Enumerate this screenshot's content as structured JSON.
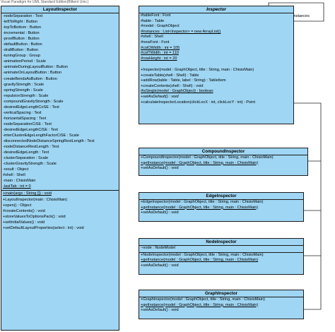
{
  "watermark": "Visual Paradigm for UML Standard Edition(Bilkent Univ.)",
  "relation_label": "Instances",
  "classes": {
    "layout": {
      "name": "LayoutInspector",
      "attributes": [
        {
          "text": "-nodeSeparation : Text"
        },
        {
          "text": "-leftToRight : Button"
        },
        {
          "text": "-topToBottom : Button"
        },
        {
          "text": "-incremental : Button"
        },
        {
          "text": "-proofButton : Button"
        },
        {
          "text": "-defaultButton : Button"
        },
        {
          "text": "-draftButton : Button"
        },
        {
          "text": "-tuningGroup : Group"
        },
        {
          "text": "-animationPeriod : Scale"
        },
        {
          "text": "-animateDuringLayoutButton : Button"
        },
        {
          "text": "-animateOnLayoutButton : Button"
        },
        {
          "text": "-createBendsAsButton : Button"
        },
        {
          "text": "-gravityStrength : Scale"
        },
        {
          "text": "-springStrength : Scale"
        },
        {
          "text": "-repulsionStrength : Scale"
        },
        {
          "text": "-compoundGravityStrength : Scale"
        },
        {
          "text": "-desiredEdgeLengthCoSE : Text"
        },
        {
          "text": "-verticalSpacing : Text"
        },
        {
          "text": "-horizantalSpacing : Text"
        },
        {
          "text": "-nodeSeparationCiSE : Text"
        },
        {
          "text": "-desiredEdgeLengthCiSE : Text"
        },
        {
          "text": "-interClusterEdgeLengthFactorCiSE : Scale"
        },
        {
          "text": "-disconnectedNodeDistanceSpringRestLength : Text"
        },
        {
          "text": "-nodeDistanceRestLength : Text"
        },
        {
          "text": "-desiredEdgeLength : Text"
        },
        {
          "text": "-clusterSeparation : Scale"
        },
        {
          "text": "-clusterGravityStrength : Scale"
        },
        {
          "text": "-result : Object"
        },
        {
          "text": "#shell : Shell"
        },
        {
          "text": "-main : ChisioMain"
        },
        {
          "text": "-lastTab : int = 0",
          "static": true
        }
      ],
      "methods": [
        {
          "text": "+main(args : String []) : void",
          "static": true
        },
        {
          "text": "+LayoutInspector(main : ChisioMain)"
        },
        {
          "text": "+open() : Object"
        },
        {
          "text": "#createContents() : void"
        },
        {
          "text": "+storeValuesToOptionsPack() : void"
        },
        {
          "text": "+setInitialValues() : void"
        },
        {
          "text": "+setDefaultLayoutProperties(select : int) : void"
        }
      ]
    },
    "inspector": {
      "name": "Inspector",
      "attributes": [
        {
          "text": "#tableFont : Font"
        },
        {
          "text": "#table : Table"
        },
        {
          "text": "#model : GraphObject"
        },
        {
          "text": "#instances : List<Inspector> = new ArrayList()",
          "static": true
        },
        {
          "text": "#shell : Shell"
        },
        {
          "text": "#newFont : Font"
        },
        {
          "text": "#colOWidth : int = 105",
          "static": true
        },
        {
          "text": "#colTWidth : int = 110",
          "static": true
        },
        {
          "text": "#rowHeight : int = 20",
          "static": true
        }
      ],
      "methods": [
        {
          "text": "+Inspector(model : GraphObject, title : String, main : ChisioMain)"
        },
        {
          "text": "+createTable(shell : Shell) : Table"
        },
        {
          "text": "+addRow(table : Table, label : String) : TableItem"
        },
        {
          "text": "+createContents(shell : Shell) : void"
        },
        {
          "text": "#isSingle(model : GraphObject) : boolean",
          "static": true
        },
        {
          "text": "+setAsDefault() : void",
          "italic": true
        },
        {
          "text": "+calculateInspectorLocation(clickLocX : int, clickLocY : int) : Point"
        }
      ]
    },
    "compound": {
      "name": "CompoundInspector",
      "methods": [
        {
          "text": "+CompoundInspector(model : GraphObject, title : String, main : ChisioMain)"
        },
        {
          "text": "+getInstance(model : GraphObject, title : String, main : ChisioMain)",
          "static": true
        },
        {
          "text": "+setAsDefault() : void"
        }
      ]
    },
    "edge": {
      "name": "EdgeInspector",
      "methods": [
        {
          "text": "+EdgeInspector(model : GraphObject, title : String, main : ChisioMain)"
        },
        {
          "text": "+getInstance(model : GraphObject, title : String, main : ChisioMain)",
          "static": true
        },
        {
          "text": "+setAsDefault() : void"
        }
      ]
    },
    "node": {
      "name": "NodeInspector",
      "attributes": [
        {
          "text": "~node : NodeModel"
        }
      ],
      "methods": [
        {
          "text": "+NodeInspector(model : GraphObject, title : String, main : ChisioMain)"
        },
        {
          "text": "+getInstance(model : GraphObject, title : String, main : ChisioMain)",
          "static": true
        },
        {
          "text": "+setAsDefault() : void"
        }
      ]
    },
    "graph": {
      "name": "GraphInspector",
      "methods": [
        {
          "text": "+GraphInspector(model : GraphObject, title : String, main : ChisioMain)"
        },
        {
          "text": "+getInstance(model : GraphObject, title : String, main : ChisioMain)",
          "static": true
        },
        {
          "text": "+setAsDefault() : void"
        }
      ]
    }
  }
}
